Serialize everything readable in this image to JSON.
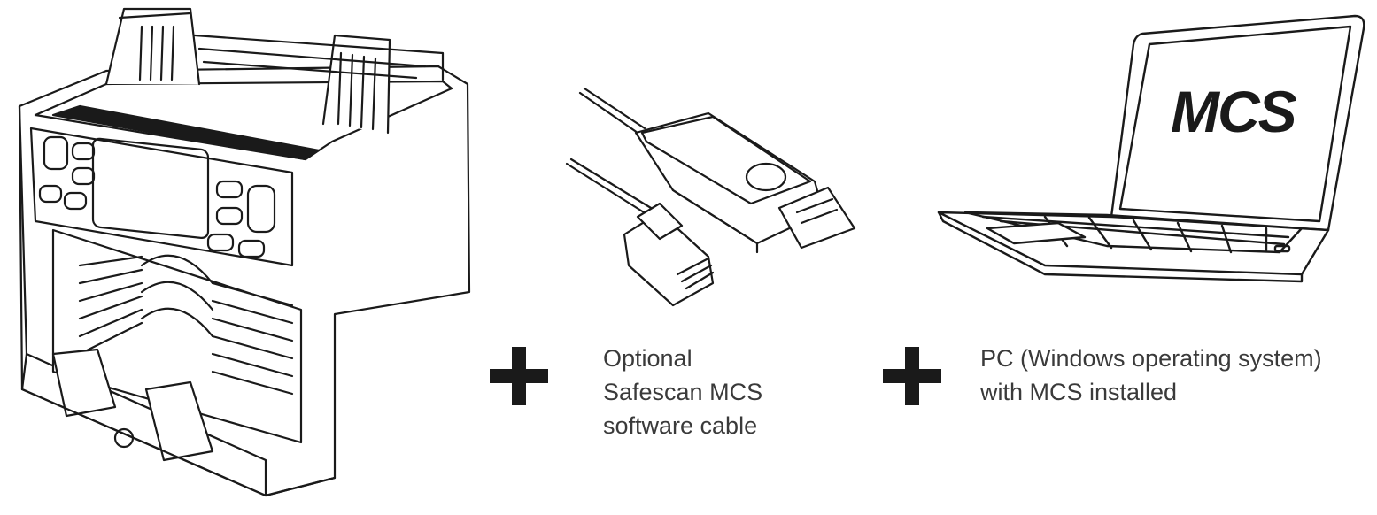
{
  "items": [
    {
      "name": "banknote-counter",
      "icon": "banknote-counter-illustration"
    },
    {
      "name": "software-cable",
      "icon": "usb-rj12-cable-illustration",
      "caption_lines": [
        "Optional",
        "Safescan MCS",
        "software cable"
      ]
    },
    {
      "name": "pc",
      "icon": "laptop-illustration",
      "screen_text": "MCS",
      "caption_lines": [
        "PC (Windows operating system)",
        "with MCS installed"
      ]
    }
  ],
  "separator_icon": "plus-icon",
  "colors": {
    "line": "#1a1a1a",
    "text": "#3a3a3a",
    "background": "#ffffff"
  }
}
